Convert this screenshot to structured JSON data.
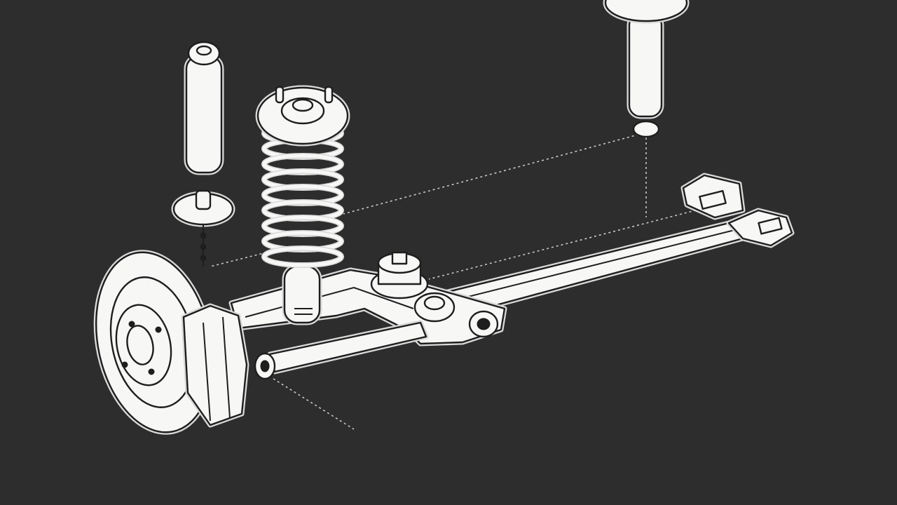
{
  "diagram": {
    "style": "exploded-line-drawing",
    "colors": {
      "background": "#2d2d2e",
      "fill": "#f7f7f5",
      "stroke": "#1e1e1e",
      "outline_glow": "#d9d9d9",
      "leader_line": "#c8c8c8"
    },
    "components": [
      "shock-absorber-rear",
      "shock-absorber-top",
      "coil-spring-strut",
      "strut-top-mount",
      "bump-stop",
      "lower-control-arm",
      "rear-subframe-beam",
      "brake-disc",
      "brake-caliper",
      "wheel-hub",
      "tie-rod",
      "ball-joint",
      "bushing"
    ]
  }
}
